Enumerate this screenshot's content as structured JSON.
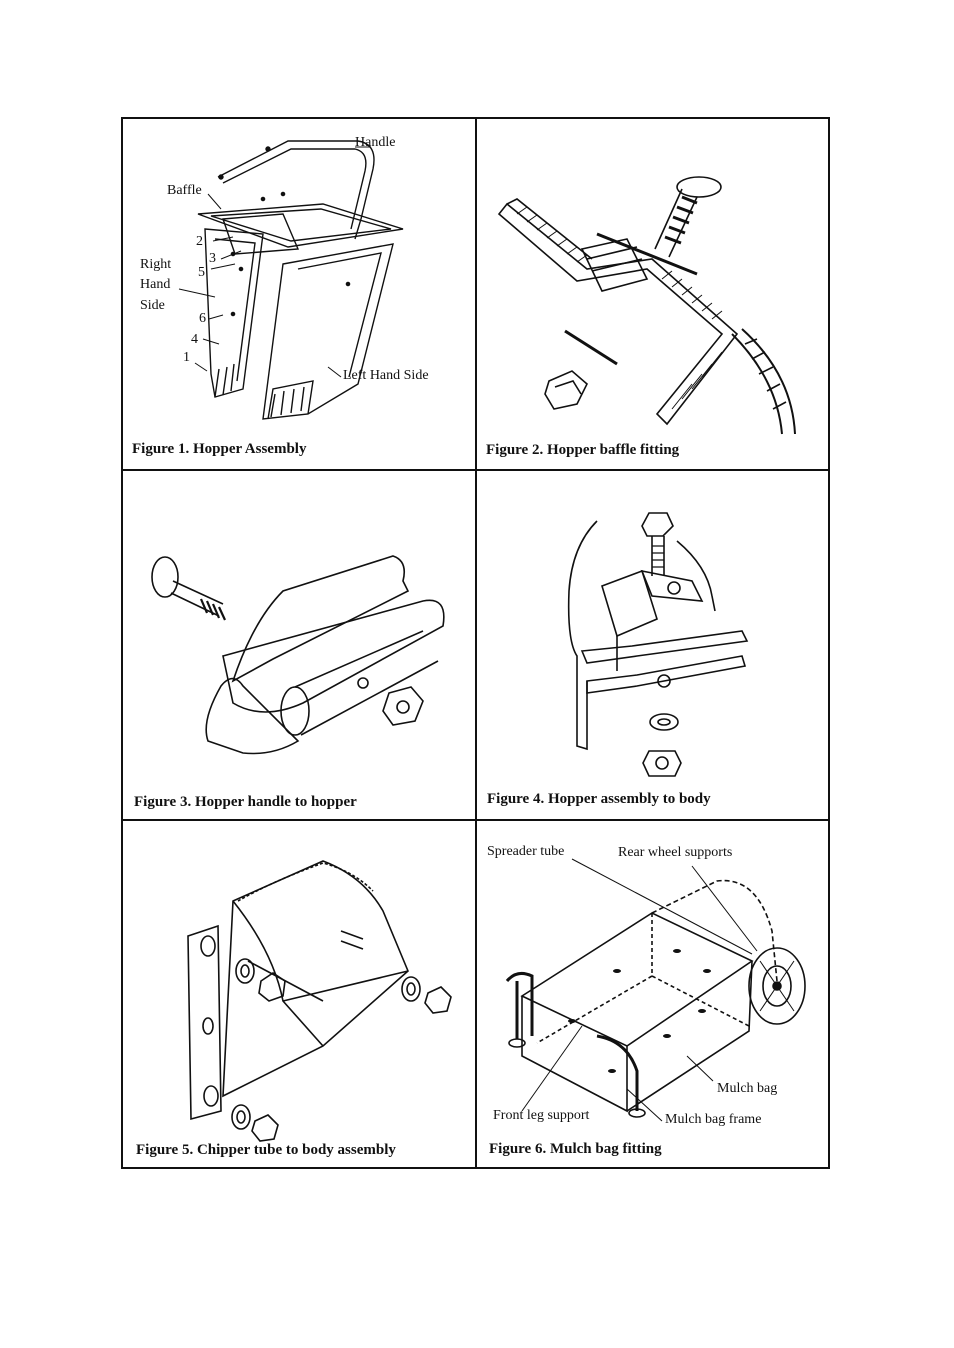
{
  "figures": [
    {
      "caption": "Figure 1. Hopper Assembly",
      "labels": {
        "handle": "Handle",
        "baffle": "Baffle",
        "right_hand_side": [
          "Right",
          "Hand",
          "Side"
        ],
        "left_hand_side": "Left Hand Side",
        "n1": "1",
        "n2": "2",
        "n3": "3",
        "n4": "4",
        "n5": "5",
        "n6": "6"
      }
    },
    {
      "caption": "Figure 2. Hopper baffle fitting"
    },
    {
      "caption": "Figure 3. Hopper handle to hopper"
    },
    {
      "caption": "Figure 4. Hopper assembly to body"
    },
    {
      "caption": "Figure 5. Chipper tube to body assembly"
    },
    {
      "caption": "Figure 6. Mulch bag fitting",
      "labels": {
        "spreader_tube": "Spreader tube",
        "rear_wheel_supports": "Rear wheel supports",
        "mulch_bag": "Mulch bag",
        "front_leg_support": "Front leg support",
        "mulch_bag_frame": "Mulch bag frame"
      }
    }
  ]
}
